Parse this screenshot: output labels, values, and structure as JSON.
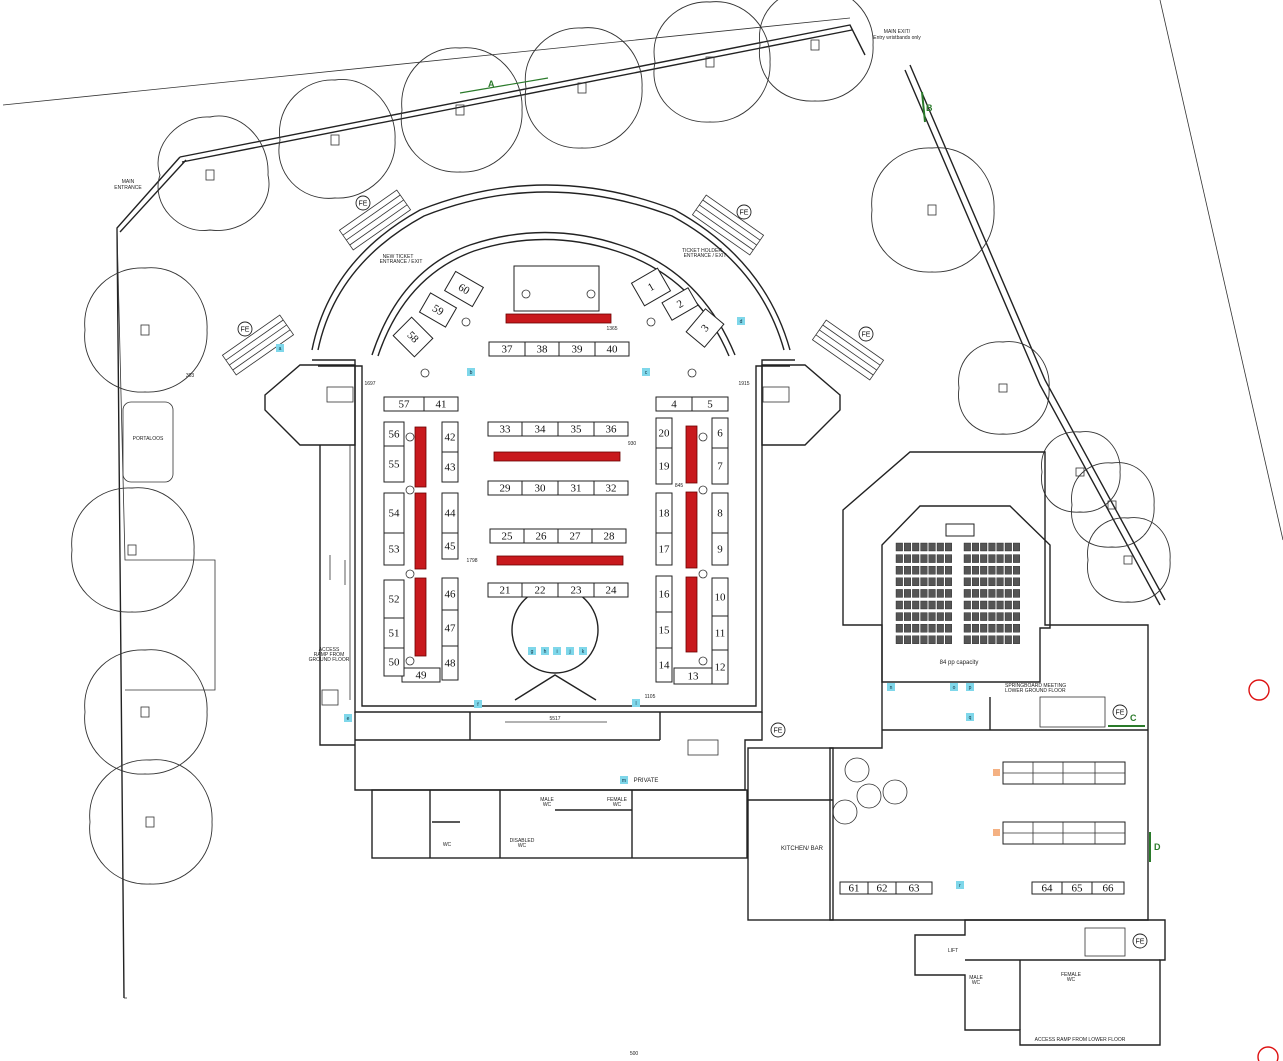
{
  "labels": {
    "main_exit": "MAIN EXIT/",
    "main_exit_sub": "Entry wristbands only",
    "main_entrance": "MAIN",
    "main_entrance_sub": "ENTRANCE",
    "portaloos": "PORTALOOS",
    "new_ticket": "NEW TICKET",
    "new_ticket_sub": "ENTRANCE / EXIT",
    "ticket_holder": "TICKET HOLDER",
    "ticket_holder_sub": "ENTRANCE / EXIT",
    "access_ramp": "ACCESS",
    "access_ramp_2": "RAMP FROM",
    "access_ramp_3": "GROUND FLOOR",
    "private": "PRIVATE",
    "kitchen_bar": "KITCHEN/ BAR",
    "capacity": "84 pp capacity",
    "springboard": "SPRINGBOARD MEETING",
    "springboard_sub": "LOWER GROUND FLOOR",
    "disabled_wc": "DISABLED",
    "disabled_wc_sub": "WC",
    "male_wc": "MALE",
    "female_wc": "FEMALE",
    "wc": "WC",
    "lift": "LIFT",
    "access_lower": "ACCESS RAMP FROM LOWER FLOOR",
    "scale": "500",
    "fe": "FE",
    "dim_303": "303",
    "dim_1697": "1697",
    "dim_1915": "1915",
    "dim_5517": "5517",
    "dim_1798": "1798",
    "dim_1365": "1365",
    "dim_930": "930",
    "dim_845": "845",
    "dim_1105": "1105"
  },
  "zones": [
    "A",
    "B",
    "C",
    "D"
  ],
  "markers": [
    "a",
    "b",
    "c",
    "d",
    "e",
    "f",
    "g",
    "h",
    "i",
    "j",
    "k",
    "l",
    "m",
    "n",
    "o",
    "p",
    "q",
    "r"
  ],
  "stands": [
    "1",
    "2",
    "3",
    "4",
    "5",
    "6",
    "7",
    "8",
    "9",
    "10",
    "11",
    "12",
    "13",
    "14",
    "15",
    "16",
    "17",
    "18",
    "19",
    "20",
    "21",
    "22",
    "23",
    "24",
    "25",
    "26",
    "27",
    "28",
    "29",
    "30",
    "31",
    "32",
    "33",
    "34",
    "35",
    "36",
    "37",
    "38",
    "39",
    "40",
    "41",
    "42",
    "43",
    "44",
    "45",
    "46",
    "47",
    "48",
    "49",
    "50",
    "51",
    "52",
    "53",
    "54",
    "55",
    "56",
    "57",
    "58",
    "59",
    "60",
    "61",
    "62",
    "63",
    "64",
    "65",
    "66"
  ],
  "colors": {
    "stand_fill": "#ffffff",
    "red_table": "#c8191d",
    "marker": "#7fd7ea",
    "zone_green": "#2a7a2a",
    "alert_ring": "#d11111"
  }
}
